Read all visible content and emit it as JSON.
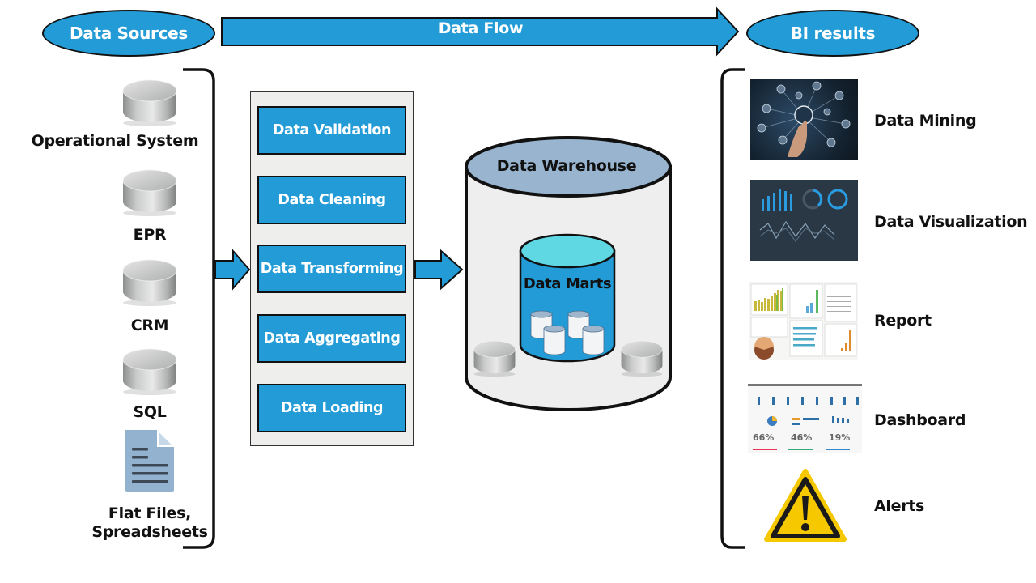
{
  "header": {
    "left_label": "Data Sources",
    "flow_label": "Data Flow",
    "right_label": "BI results"
  },
  "colors": {
    "accent_blue": "#229bd6",
    "warehouse_top": "#98b4cf",
    "warehouse_body": "#eeeeee",
    "mart_top": "#5fd8e4",
    "alert_yellow": "#f5c800"
  },
  "sources": [
    {
      "label": "Operational System",
      "icon": "database-icon"
    },
    {
      "label": "EPR",
      "icon": "database-icon"
    },
    {
      "label": "CRM",
      "icon": "database-icon"
    },
    {
      "label": "SQL",
      "icon": "database-icon"
    },
    {
      "label_line1": "Flat Files,",
      "label_line2": "Spreadsheets",
      "icon": "document-icon"
    }
  ],
  "etl_steps": [
    {
      "label": "Data Validation"
    },
    {
      "label": "Data Cleaning"
    },
    {
      "label": "Data Transforming"
    },
    {
      "label": "Data Aggregating"
    },
    {
      "label": "Data Loading"
    }
  ],
  "warehouse": {
    "title": "Data Warehouse",
    "mart_label": "Data Marts"
  },
  "results": [
    {
      "label": "Data Mining",
      "icon": "data-mining-image"
    },
    {
      "label": "Data Visualization",
      "icon": "data-visualization-image"
    },
    {
      "label": "Report",
      "icon": "report-image"
    },
    {
      "label": "Dashboard",
      "icon": "dashboard-image",
      "kpis": [
        "66%",
        "46%",
        "19%"
      ]
    },
    {
      "label": "Alerts",
      "icon": "warning-icon"
    }
  ]
}
